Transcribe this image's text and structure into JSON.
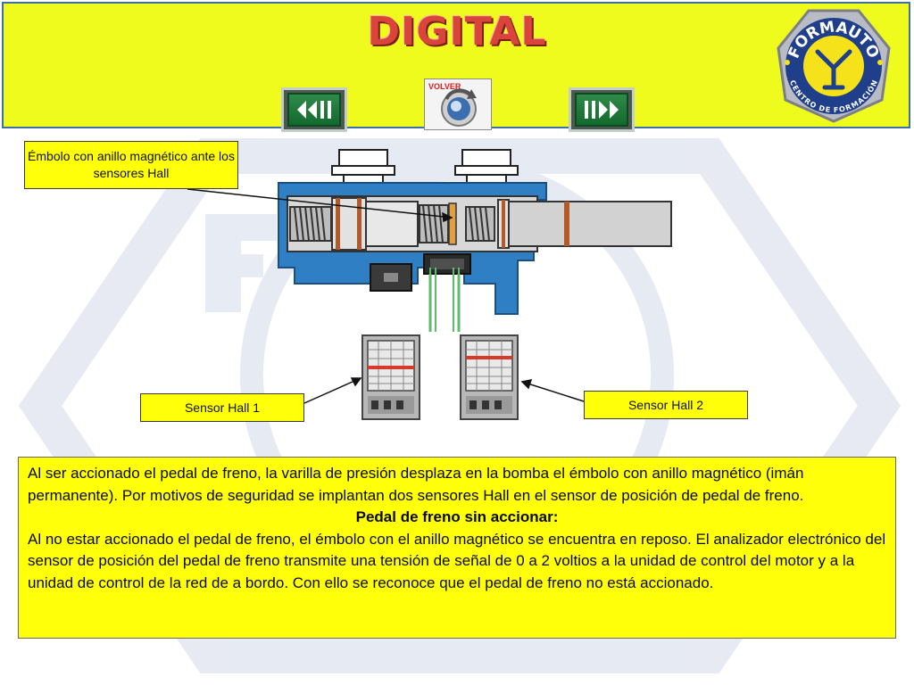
{
  "header": {
    "title": "DIGITAL",
    "volver_label": "VOLVER",
    "prev_icon": "rewind-arrows-icon",
    "next_icon": "forward-arrows-icon",
    "logo": {
      "text_top": "FORMAUTO",
      "text_bottom": "CENTRO DE FORMACIÓN"
    }
  },
  "callouts": {
    "embolo": "Émbolo con anillo magnético ante los sensores Hall",
    "hall1": "Sensor Hall 1",
    "hall2": "Sensor Hall 2"
  },
  "description": {
    "paragraph1": "Al ser accionado el pedal de freno, la varilla de presión desplaza en la bomba el émbolo con anillo magnético (imán permanente). Por motivos de seguridad se implantan dos sensores Hall en el sensor de posición de pedal de freno.",
    "subtitle": "Pedal de freno sin accionar:",
    "paragraph2": "Al no estar accionado el pedal de freno, el émbolo con el anillo magnético se encuentra en reposo. El analizador electrónico del sensor de posición del pedal de freno transmite una tensión de señal de 0 a 2 voltios a la unidad de control del motor y a la unidad de control de la red de a bordo. Con ello se reconoce que el pedal de freno no está accionado."
  },
  "colors": {
    "header_bg": "#eefb1d",
    "callout_bg": "#ffff0a",
    "title_red": "#d9453a",
    "pump_blue": "#2f7fc4"
  }
}
